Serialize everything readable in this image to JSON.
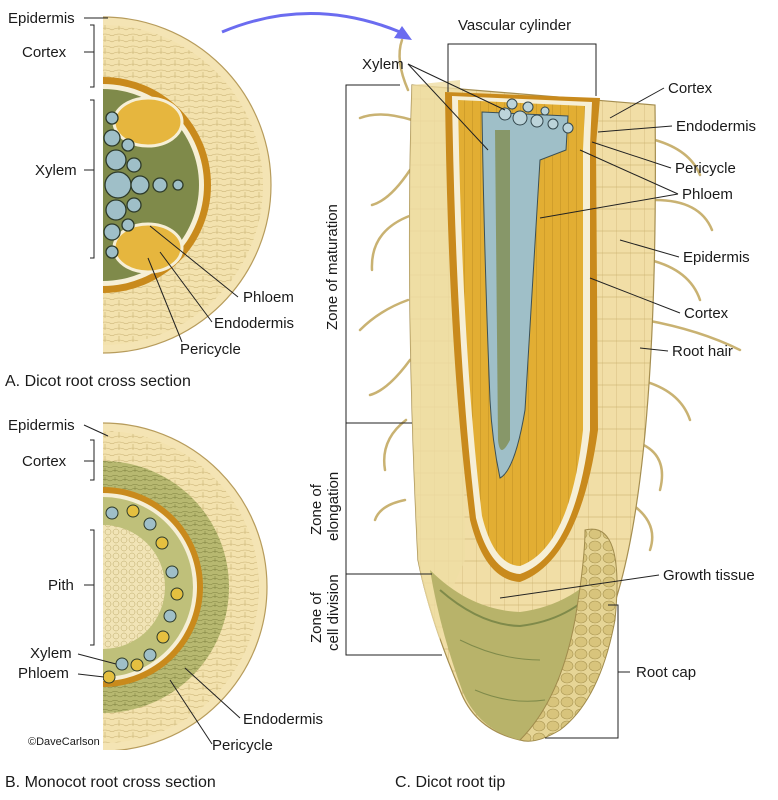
{
  "panel_a": {
    "caption": "A. Dicot root cross section",
    "labels": {
      "epidermis": "Epidermis",
      "cortex": "Cortex",
      "xylem": "Xylem",
      "phloem": "Phloem",
      "endodermis": "Endodermis",
      "pericycle": "Pericycle"
    }
  },
  "panel_b": {
    "caption": "B. Monocot root cross section",
    "labels": {
      "epidermis": "Epidermis",
      "cortex": "Cortex",
      "pith": "Pith",
      "xylem": "Xylem",
      "phloem": "Phloem",
      "endodermis": "Endodermis",
      "pericycle": "Pericycle"
    },
    "credit": "©DaveCarlson"
  },
  "panel_c": {
    "caption": "C. Dicot root tip",
    "labels": {
      "vascular_cylinder": "Vascular cylinder",
      "xylem": "Xylem",
      "cortex_top": "Cortex",
      "endodermis": "Endodermis",
      "pericycle": "Pericycle",
      "phloem": "Phloem",
      "epidermis": "Epidermis",
      "cortex": "Cortex",
      "root_hair": "Root hair",
      "growth_tissue": "Growth tissue",
      "root_cap": "Root cap"
    },
    "zones": {
      "maturation": "Zone of maturation",
      "elongation_1": "Zone of",
      "elongation_2": "elongation",
      "division_1": "Zone of",
      "division_2": "cell division"
    }
  },
  "colors": {
    "epidermis": "#f5e6b8",
    "cortex": "#efdca0",
    "endodermis": "#c98a1c",
    "phloem": "#e5b43c",
    "xylem": "#9fbfc8",
    "ground": "#7f8a4a",
    "cap": "#9aa457",
    "arrow": "#6b6cf0"
  }
}
